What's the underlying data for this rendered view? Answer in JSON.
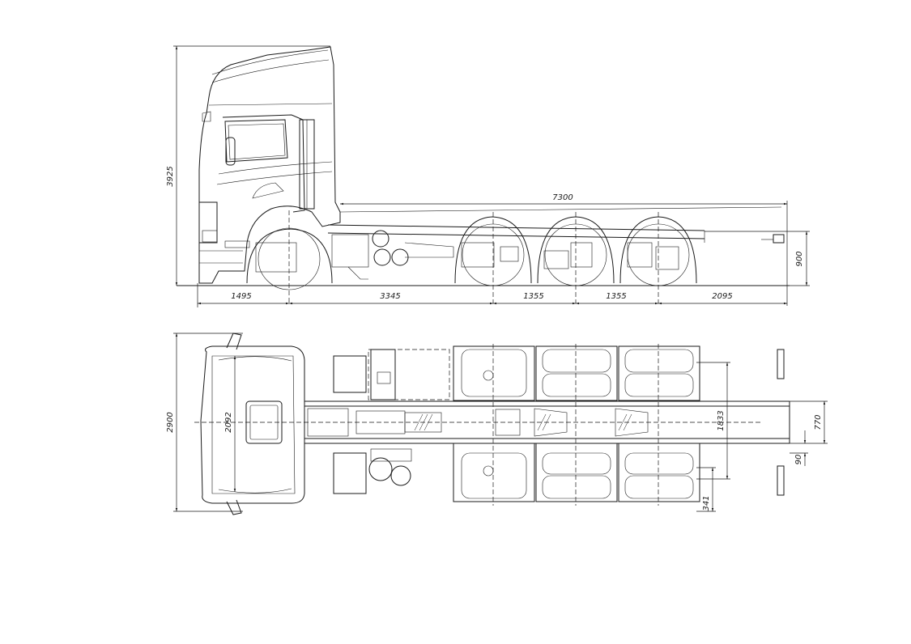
{
  "drawing": {
    "side_view": {
      "dimensions": {
        "overall_height": "3925",
        "axle_span": "7300",
        "frame_height": "900",
        "front_overhang": "1495",
        "wheelbase_1": "3345",
        "axle_spacing_1": "1355",
        "axle_spacing_2": "1355",
        "rear_overhang": "2095"
      }
    },
    "top_view": {
      "dimensions": {
        "overall_width": "2900",
        "cab_width": "2092",
        "track_width": "1833",
        "frame_width": "770",
        "frame_offset": "90",
        "frame_rail": "341"
      }
    }
  }
}
